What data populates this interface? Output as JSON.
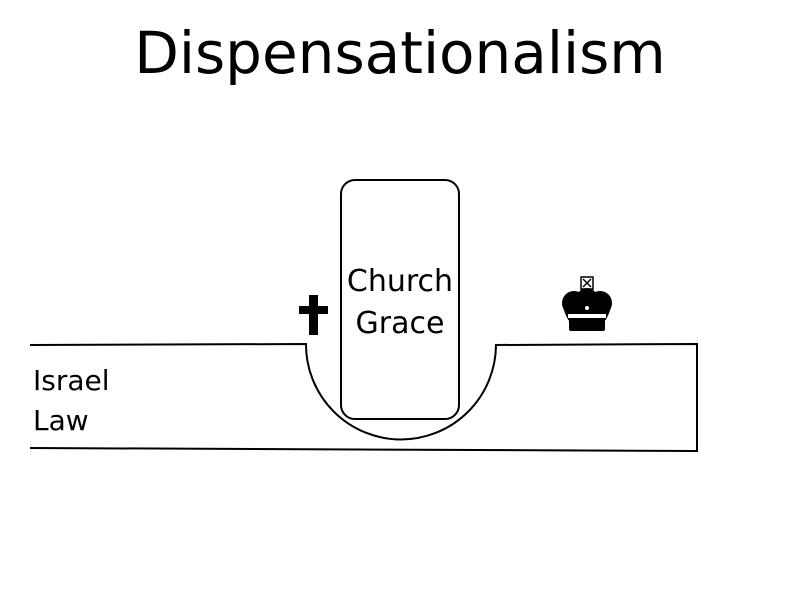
{
  "title": "Dispensationalism",
  "diagram": {
    "left_region": {
      "line1": "Israel",
      "line2": "Law"
    },
    "center_box": {
      "line1": "Church",
      "line2": "Grace"
    },
    "icons": {
      "cross": "cross-icon",
      "crown": "crown-icon"
    },
    "colors": {
      "stroke": "#000000",
      "background": "#ffffff"
    }
  }
}
